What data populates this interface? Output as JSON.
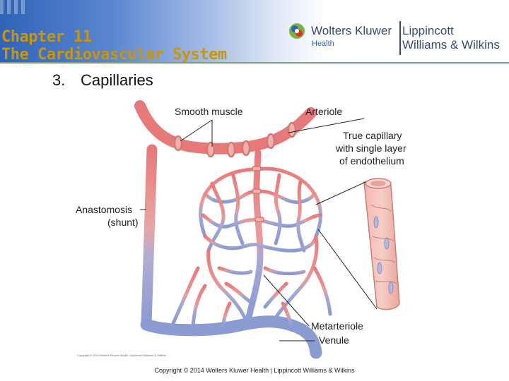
{
  "header": {
    "chapter_line1": "Chapter 11",
    "chapter_line2": "The Cardiovascular System"
  },
  "logo": {
    "wk_name": "Wolters Kluwer",
    "wk_sub": "Health",
    "lww_line1": "Lippincott",
    "lww_line2": "Williams & Wilkins"
  },
  "section": {
    "number": "3.",
    "title": "Capillaries"
  },
  "diagram": {
    "labels": {
      "smooth_muscle": "Smooth muscle",
      "arteriole": "Arteriole",
      "true_capillary_1": "True capillary",
      "true_capillary_2": "with single layer",
      "true_capillary_3": "of endothelium",
      "anastomosis_1": "Anastomosis",
      "anastomosis_2": "(shunt)",
      "metarteriole": "Metarteriole",
      "venule": "Venule"
    },
    "image_credit": "Copyright © 2014 Wolters Kluwer Health | Lippincott Williams & Wilkins",
    "colors": {
      "arterial": "#e8797a",
      "venous": "#8a9bd2"
    }
  },
  "footer": {
    "copyright": "Copyright © 2014 Wolters Kluwer Health | Lippincott Williams & Wilkins"
  }
}
